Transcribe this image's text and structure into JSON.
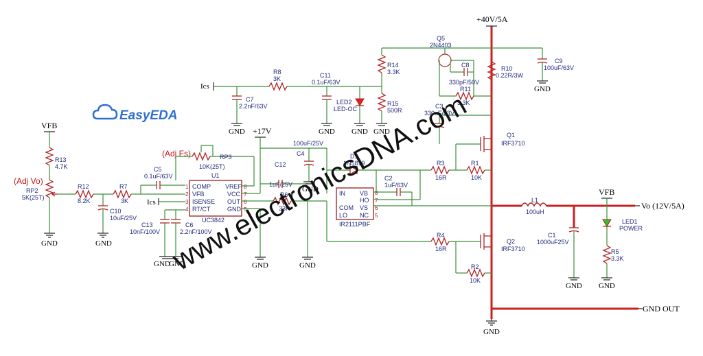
{
  "logo": {
    "text": "EasyEDA"
  },
  "watermark": {
    "text": "www.electronicsDNA.com"
  },
  "rails": {
    "vin": "+40V/5A",
    "vout": "Vo (12V/5A)",
    "gnd_out": "GND OUT",
    "v17": "+17V",
    "vfb_left": "VFB",
    "vfb_right": "VFB",
    "ics_top": "Ics",
    "ics_mid": "Ics",
    "gnd": "GND"
  },
  "annotations": {
    "adj_vo": "(Adj Vo)",
    "adj_fs": "(Adj Fs)"
  },
  "ics": {
    "u1": {
      "ref": "U1",
      "part": "UC3842",
      "left_pins": [
        {
          "num": "1",
          "name": "COMP"
        },
        {
          "num": "2",
          "name": "VFB"
        },
        {
          "num": "3",
          "name": "ISENSE"
        },
        {
          "num": "4",
          "name": "RT/CT"
        }
      ],
      "right_pins": [
        {
          "num": "8",
          "name": "VREF"
        },
        {
          "num": "7",
          "name": "VCC"
        },
        {
          "num": "6",
          "name": "OUT"
        },
        {
          "num": "5",
          "name": "GND"
        }
      ]
    },
    "u2": {
      "part": "IR2111PBF",
      "left_pins": [
        {
          "num": "",
          "name": "IN"
        },
        {
          "num": "",
          "name": "COM"
        },
        {
          "num": "",
          "name": "LO"
        }
      ],
      "right_pins": [
        {
          "num": "8",
          "name": "VB"
        },
        {
          "num": "7",
          "name": "HO"
        },
        {
          "num": "6",
          "name": "VS"
        },
        {
          "num": "5",
          "name": "NC"
        }
      ]
    }
  },
  "components": {
    "r13": {
      "ref": "R13",
      "value": "4.7K"
    },
    "rp2": {
      "ref": "RP2",
      "value": "5K(25T)"
    },
    "r12": {
      "ref": "R12",
      "value": "8.2K"
    },
    "r7": {
      "ref": "R7",
      "value": "3K"
    },
    "c10": {
      "ref": "C10",
      "value": "10uF/25V"
    },
    "c5": {
      "ref": "C5",
      "value": "0.1uF/63V"
    },
    "rp3": {
      "ref": "RP3",
      "value": "10K(25T)"
    },
    "c13": {
      "ref": "C13",
      "value": "10nF/100V"
    },
    "c6": {
      "ref": "C6",
      "value": "2.2nF/100V"
    },
    "c7": {
      "ref": "C7",
      "value": "2.2nF/63V"
    },
    "r8": {
      "ref": "R8",
      "value": "3K"
    },
    "c11": {
      "ref": "C11",
      "value": "0.1uF/63V"
    },
    "led2": {
      "ref": "LED2",
      "value": "LED-OC"
    },
    "r15": {
      "ref": "R15",
      "value": "500R"
    },
    "r14": {
      "ref": "R14",
      "value": "3.3K"
    },
    "c4": {
      "ref": "C4",
      "value": "100uF/25V"
    },
    "c12": {
      "ref": "C12",
      "value": "1uF/25V"
    },
    "r6": {
      "ref": "R6",
      "value": "33R"
    },
    "d1": {
      "ref": "D1",
      "value": "1N5819"
    },
    "c2": {
      "ref": "C2",
      "value": "1uF/63V"
    },
    "q5": {
      "ref": "Q5",
      "value": "2N4403"
    },
    "c8": {
      "ref": "C8",
      "value": "330pF/50V"
    },
    "r11": {
      "ref": "R11",
      "value": "3.3K"
    },
    "r10": {
      "ref": "R10",
      "value": "0.22R/3W"
    },
    "c9": {
      "ref": "C9",
      "value": "100uF/63V"
    },
    "c3": {
      "ref": "C3",
      "value": "330uF/63V"
    },
    "q1": {
      "ref": "Q1",
      "value": "IRF3710"
    },
    "r3": {
      "ref": "R3",
      "value": "16R"
    },
    "r1": {
      "ref": "R1",
      "value": "10K"
    },
    "l1": {
      "ref": "L1",
      "value": "100uH"
    },
    "c1": {
      "ref": "C1",
      "value": "1000uF25V"
    },
    "led1": {
      "ref": "LED1",
      "value": "POWER"
    },
    "r5": {
      "ref": "R5",
      "value": "3.3K"
    },
    "r4": {
      "ref": "R4",
      "value": "16R"
    },
    "q2": {
      "ref": "Q2",
      "value": "IRF3710"
    },
    "r2": {
      "ref": "R2",
      "value": "10K"
    }
  },
  "colors": {
    "wire": "#3a8f3a",
    "power_bus": "#cc1f1f",
    "component": "#b22222",
    "label": "#1f2a7a",
    "annotation": "#c0161b",
    "logo": "#2f6fcf",
    "led2": "#e02020",
    "led1": "#2fbf2f"
  }
}
